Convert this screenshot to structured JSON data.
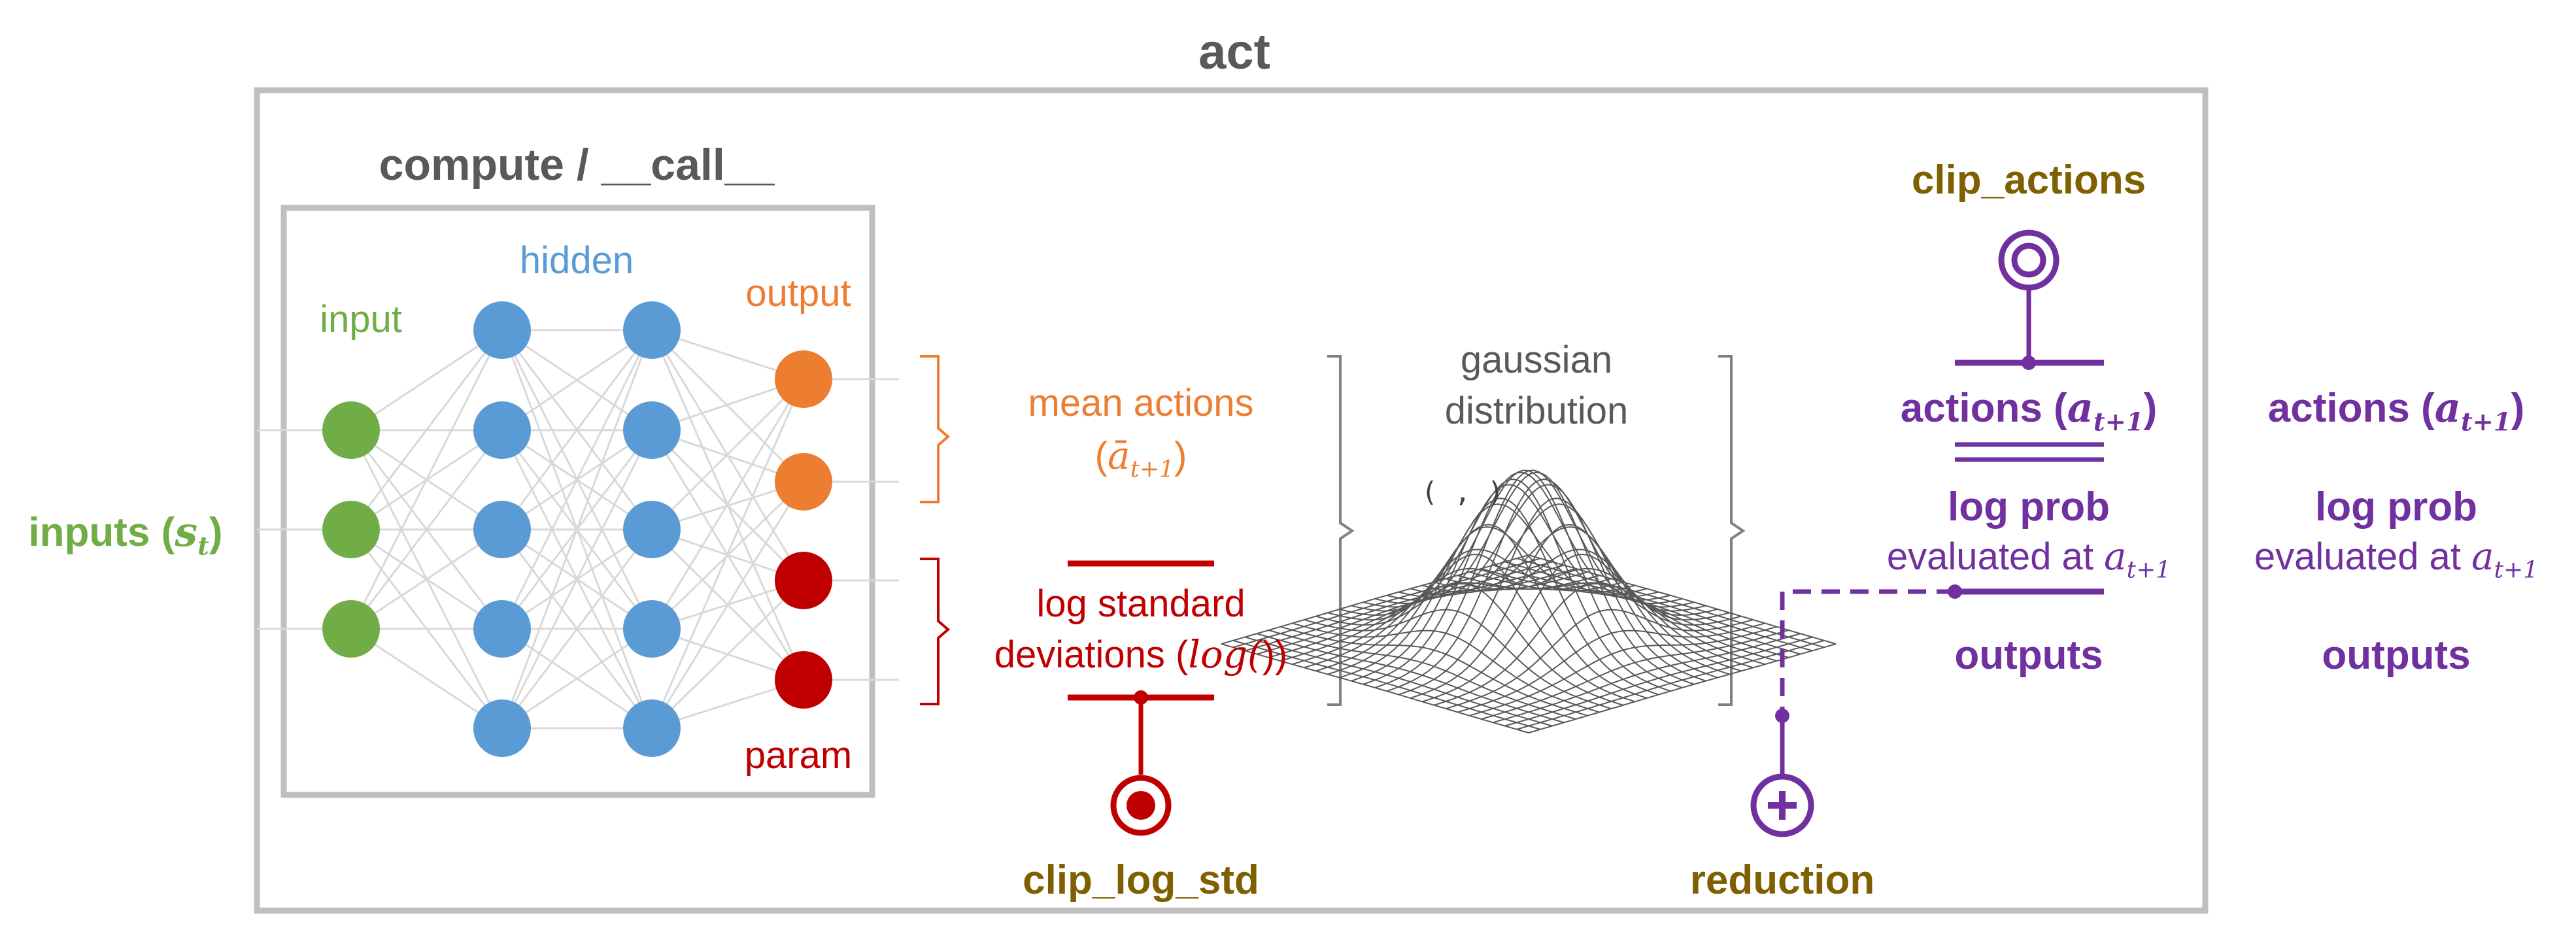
{
  "colors": {
    "input": "#70AD47",
    "hidden": "#5B9BD5",
    "output": "#ED7D31",
    "param": "#C00000",
    "purple": "#7030A0",
    "olive": "#7F6000",
    "box": "#BFBFBF",
    "title": "#595959"
  },
  "act": {
    "title": "act"
  },
  "compute": {
    "title": "compute / __call__"
  },
  "network": {
    "input_label": "input",
    "hidden_label": "hidden",
    "output_label": "output",
    "param_label": "param"
  },
  "inputs": {
    "text": "inputs (",
    "sym": "s",
    "sub": "t",
    "close": ")"
  },
  "mean_actions": {
    "line1": "mean actions",
    "open": "(",
    "sym": "ā",
    "sub": "t+1",
    "close": ")"
  },
  "log_std": {
    "line1": "log standard",
    "line2_text": "deviations (",
    "fn": "log(",
    "close": "))"
  },
  "gaussian": {
    "line1": "gaussian",
    "line2": "distribution",
    "params": "(  ,  )"
  },
  "clip_actions": {
    "label": "clip_actions",
    "icon": "double-circle-icon"
  },
  "clip_log_std": {
    "label": "clip_log_std",
    "icon": "double-circle-icon"
  },
  "reduction": {
    "label": "reduction",
    "icon": "circle-plus-icon"
  },
  "inner_outputs": {
    "actions": "actions (",
    "actions_sym": "a",
    "actions_sub": "t+1",
    "actions_close": ")",
    "log_prob": "log prob",
    "evaluated": "evaluated at ",
    "eval_sym": "a",
    "eval_sub": "t+1",
    "outputs": "outputs"
  },
  "outer_outputs": {
    "actions": "actions (",
    "actions_sym": "a",
    "actions_sub": "t+1",
    "actions_close": ")",
    "log_prob": "log prob",
    "evaluated": "evaluated at ",
    "eval_sym": "a",
    "eval_sub": "t+1",
    "outputs": "outputs"
  }
}
